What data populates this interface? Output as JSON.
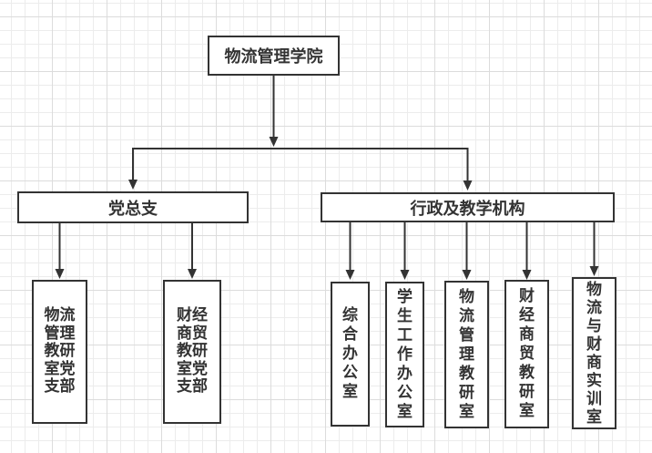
{
  "colors": {
    "line": "#333333",
    "node_border": "#333333",
    "node_fill": "#ffffff",
    "text": "#333333",
    "grid_minor": "#ececec",
    "grid_major": "#dcdcdc"
  },
  "diagram": {
    "type": "org-chart",
    "root": {
      "label": "物流管理学院"
    },
    "branches": [
      {
        "label": "党总支",
        "children": [
          {
            "label": "物流管理教研室党支部"
          },
          {
            "label": "财经商贸教研室党支部"
          }
        ]
      },
      {
        "label": "行政及教学机构",
        "children": [
          {
            "label": "综合办公室"
          },
          {
            "label": "学生工作办公室"
          },
          {
            "label": "物流管理教研室"
          },
          {
            "label": "财经商贸教研室"
          },
          {
            "label": "物流与财商实训室"
          }
        ]
      }
    ]
  }
}
